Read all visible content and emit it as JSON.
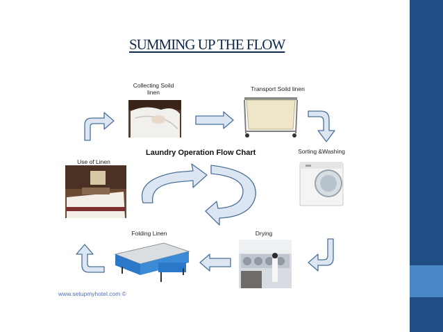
{
  "slide": {
    "title": "SUMMING UP THE FLOW",
    "chart_title": "Laundry Operation Flow Chart",
    "footer": "www.setupmyhotel.com ©"
  },
  "steps": [
    {
      "label_line1": "Collecting Soild",
      "label_line2": "linen",
      "icon": "bed-icon"
    },
    {
      "label_line1": "Transport Soild linen",
      "label_line2": "",
      "icon": "laundry-cart-icon"
    },
    {
      "label_line1": "Sorting &Washing",
      "label_line2": "",
      "icon": "washing-machine-icon"
    },
    {
      "label_line1": "Drying",
      "label_line2": "",
      "icon": "laundry-room-icon"
    },
    {
      "label_line1": "Folding Linen",
      "label_line2": "",
      "icon": "folding-machine-icon"
    },
    {
      "label_line1": "Use of Linen",
      "label_line2": "",
      "icon": "hotel-room-icon"
    }
  ],
  "colors": {
    "sidebar": "#1f4e85",
    "sidebar_accent": "#4a87c6",
    "arrow_fill": "#dce6f2",
    "arrow_stroke": "#4a6f9a"
  }
}
